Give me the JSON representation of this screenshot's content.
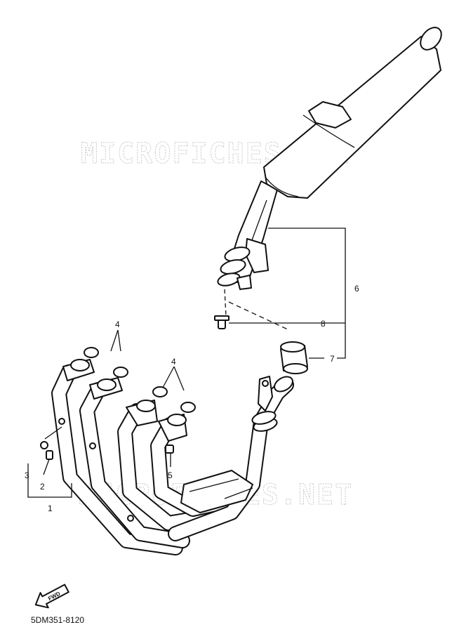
{
  "watermark": "MICROFICHES.NET",
  "callouts": [
    "1",
    "2",
    "3",
    "4",
    "4",
    "5",
    "6",
    "7",
    "8"
  ],
  "fwd_label": "FWD",
  "diagram_code": "5DM351-8120"
}
